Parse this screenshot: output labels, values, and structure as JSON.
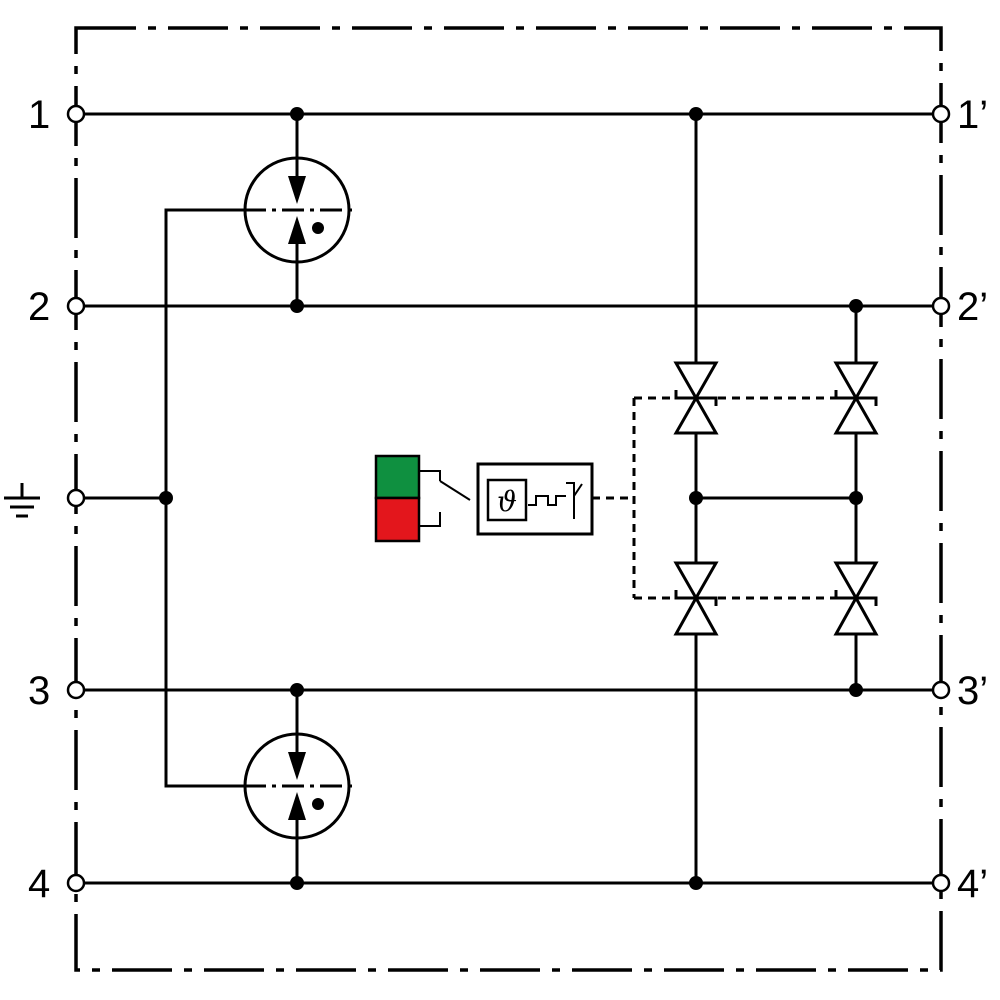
{
  "terminals": {
    "left": [
      "1",
      "2",
      "3",
      "4"
    ],
    "right": [
      "1’",
      "2’",
      "3’",
      "4’"
    ]
  },
  "symbols": {
    "ground_icon": "ground-icon",
    "thermal_symbol": "ϑ",
    "gdt_icon": "gas-discharge-tube-icon",
    "diode_icon": "tvs-diode-icon"
  },
  "indicator": {
    "ok_color": "#0f9040",
    "fault_color": "#e3161c"
  },
  "colors": {
    "line": "#000000",
    "background": "#ffffff"
  }
}
